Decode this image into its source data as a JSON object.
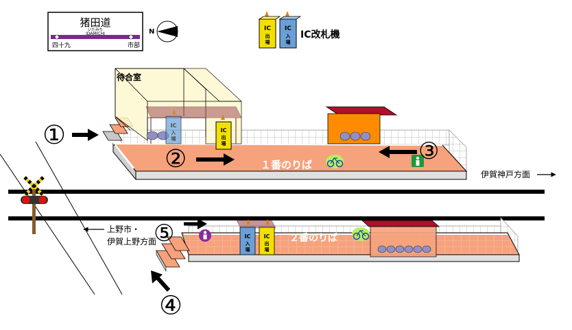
{
  "station_sign": {
    "name": "猪田道",
    "reading": "いだみち",
    "romaji": "IDAMICHI",
    "prev_station": "四十九",
    "next_station": "市部"
  },
  "compass": {
    "north_label": "N"
  },
  "legend": {
    "ic_gate_label": "IC改札機"
  },
  "ic_gate": {
    "exit_text": "IC\n出\n場",
    "entry_text": "IC\n入\n場"
  },
  "waiting_room": {
    "label": "待合室"
  },
  "platforms": [
    {
      "label": "１番のりば",
      "direction": "伊賀神戸方面"
    },
    {
      "label": "２番のりば",
      "direction": "上野市・\n伊賀上野方面"
    }
  ],
  "markers": [
    "①",
    "②",
    "③",
    "④",
    "⑤"
  ],
  "colors": {
    "platform": "#f6a27d",
    "sign_purple": "#7a2a8a",
    "shelter_orange": "#ff8c00",
    "roof_dark": "#b0102a",
    "ic_exit": "#f4e000",
    "ic_entry": "#6aa0d8",
    "toilet_green": "#1a9a3a",
    "toilet_purple": "#8a2a9a"
  }
}
